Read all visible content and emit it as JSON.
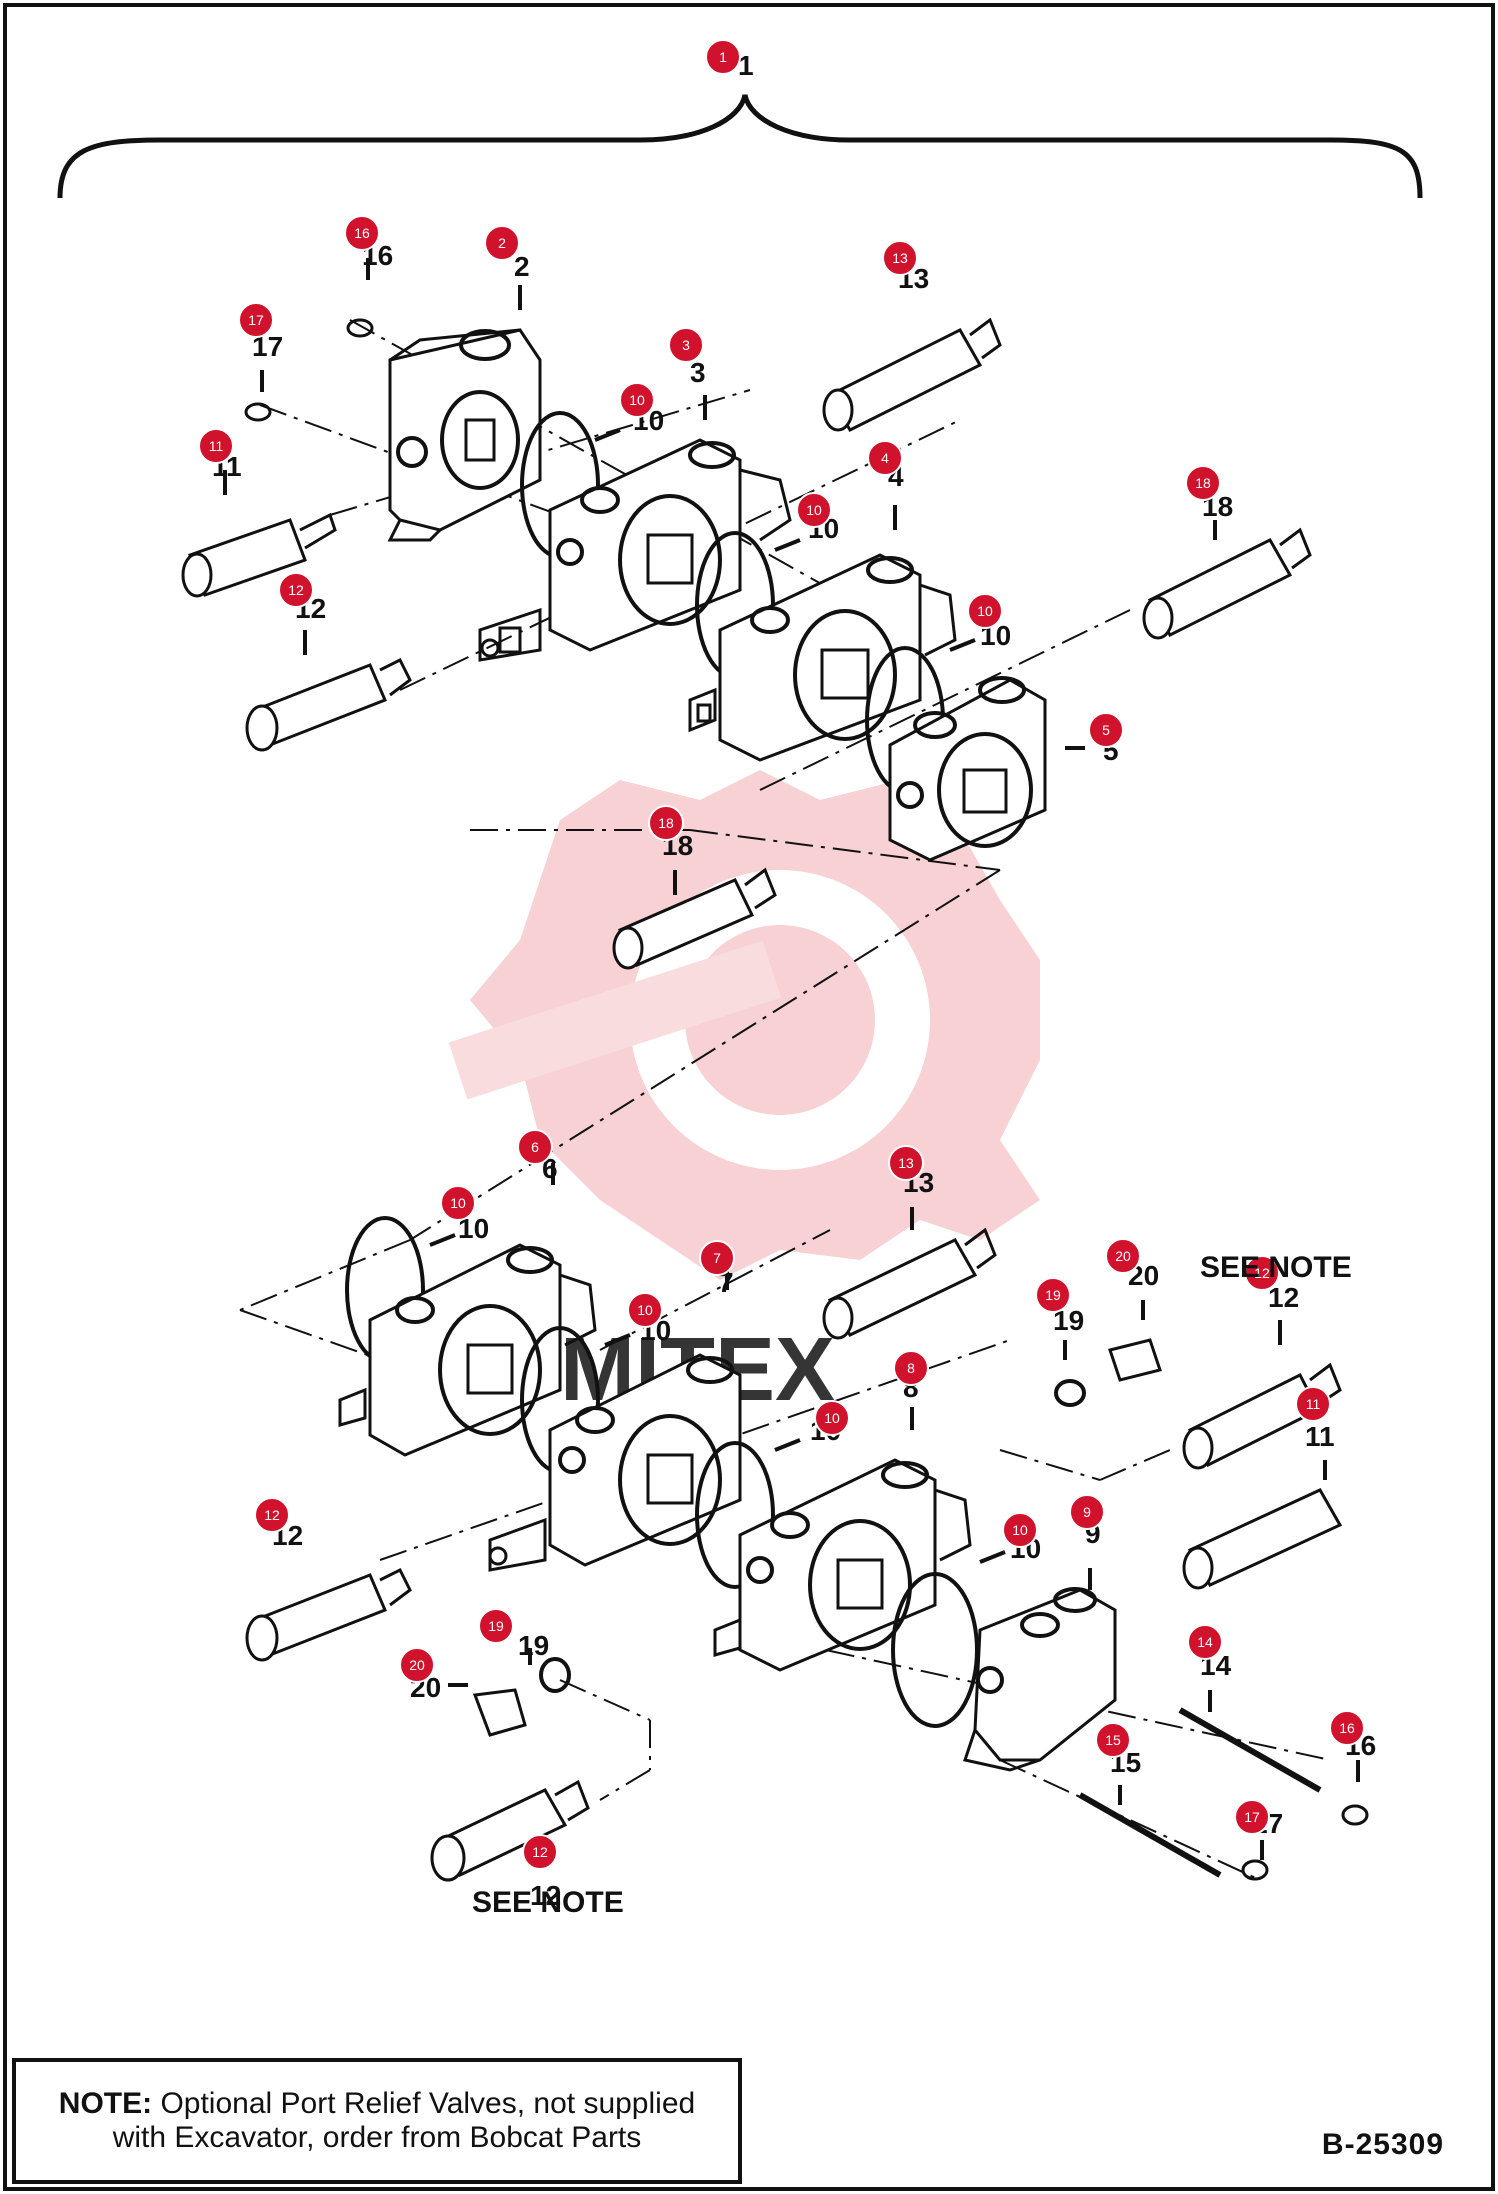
{
  "figure": {
    "reference_code": "B-25309",
    "see_note_label": "SEE NOTE",
    "note_title": "NOTE:",
    "note_line1": "Optional Port Relief Valves, not supplied",
    "note_line2": "with Excavator, order from Bobcat Parts",
    "watermark_text": "MITEX",
    "colors": {
      "callout": "#d0122c",
      "ink": "#111111",
      "watermark": "#f6c9cb"
    }
  },
  "callouts": [
    {
      "id": "c1",
      "num": "1"
    },
    {
      "id": "c16a",
      "num": "16"
    },
    {
      "id": "c2",
      "num": "2"
    },
    {
      "id": "c13a",
      "num": "13"
    },
    {
      "id": "c17a",
      "num": "17"
    },
    {
      "id": "c3",
      "num": "3"
    },
    {
      "id": "c10a",
      "num": "10"
    },
    {
      "id": "c11a",
      "num": "11"
    },
    {
      "id": "c4",
      "num": "4"
    },
    {
      "id": "c10b",
      "num": "10"
    },
    {
      "id": "c18a",
      "num": "18"
    },
    {
      "id": "c12a",
      "num": "12"
    },
    {
      "id": "c10c",
      "num": "10"
    },
    {
      "id": "c5",
      "num": "5"
    },
    {
      "id": "c18b",
      "num": "18"
    },
    {
      "id": "c6",
      "num": "6"
    },
    {
      "id": "c13b",
      "num": "13"
    },
    {
      "id": "c10d",
      "num": "10"
    },
    {
      "id": "c7",
      "num": "7"
    },
    {
      "id": "c20a",
      "num": "20"
    },
    {
      "id": "c12b",
      "num": "12"
    },
    {
      "id": "c19a",
      "num": "19"
    },
    {
      "id": "c10e",
      "num": "10"
    },
    {
      "id": "c8",
      "num": "8"
    },
    {
      "id": "c11b",
      "num": "11"
    },
    {
      "id": "c10f",
      "num": "10"
    },
    {
      "id": "c12c",
      "num": "12"
    },
    {
      "id": "c10g",
      "num": "10"
    },
    {
      "id": "c9",
      "num": "9"
    },
    {
      "id": "c19b",
      "num": "19"
    },
    {
      "id": "c14",
      "num": "14"
    },
    {
      "id": "c20b",
      "num": "20"
    },
    {
      "id": "c16b",
      "num": "16"
    },
    {
      "id": "c15",
      "num": "15"
    },
    {
      "id": "c17b",
      "num": "17"
    },
    {
      "id": "c12d",
      "num": "12"
    }
  ]
}
